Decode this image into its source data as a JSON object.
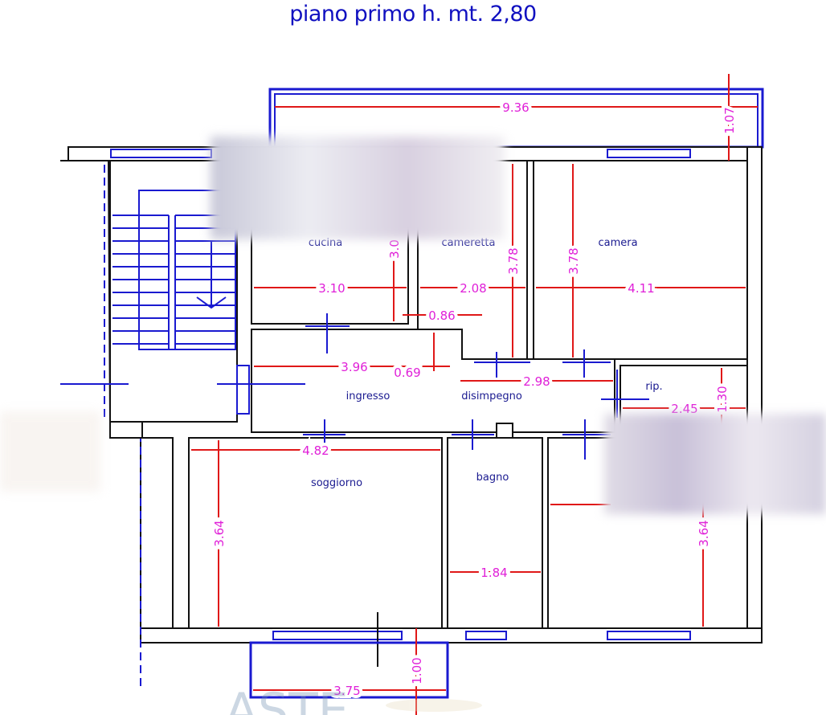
{
  "title": "piano primo h. mt. 2,80",
  "rooms": {
    "cucina": "cucina",
    "cameretta": "cameretta",
    "camera": "camera",
    "ingresso": "ingresso",
    "disimpegno": "disimpegno",
    "rip": "rip.",
    "soggiorno": "soggiorno",
    "bagno": "bagno"
  },
  "dimensions": {
    "terrace_width": "9.36",
    "terrace_depth": "1.07",
    "cucina_width": "3.10",
    "cucina_depth": "3.0",
    "cameretta_width": "2.08",
    "cameretta_depth": "3.78",
    "camera_depth": "3.78",
    "camera_width": "4.11",
    "passage": "0.86",
    "ingresso_width": "3.96",
    "ingresso_step": "0.69",
    "disimpegno_width": "2.98",
    "rip_width": "2.45",
    "rip_depth": "1.30",
    "soggiorno_width": "4.82",
    "soggiorno_depth": "3.64",
    "bagno_width": "1.84",
    "room_right_depth": "3.64",
    "balcony_width": "3.75",
    "balcony_depth": "1.00"
  },
  "watermark": "ASTE",
  "colors": {
    "walls": "#111111",
    "windows": "#1a1ad0",
    "dimension_lines": "#e01818",
    "dimension_text": "#e020d8",
    "labels": "#1a1a90"
  }
}
